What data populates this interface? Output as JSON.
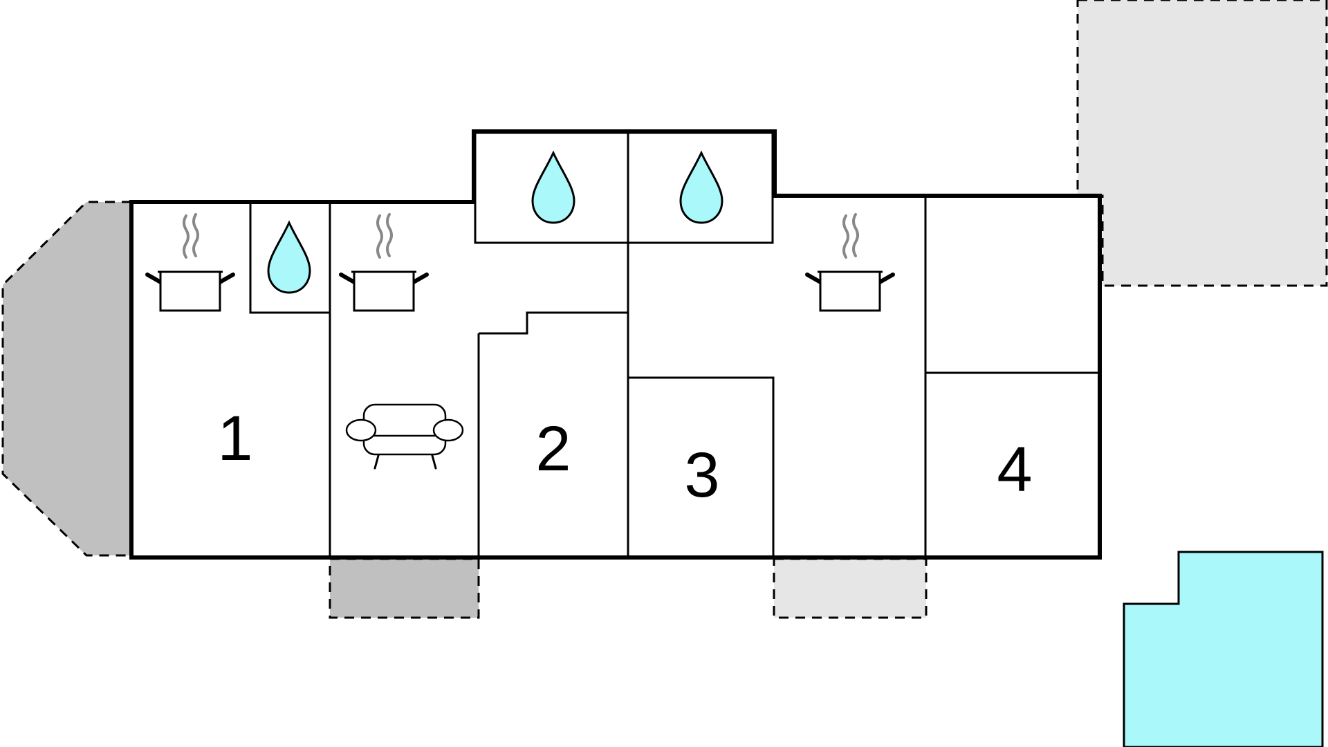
{
  "floor_plan": {
    "room_labels": [
      "1",
      "2",
      "3",
      "4"
    ],
    "icons": {
      "kitchen": "cooking-pot-icon",
      "bathroom": "water-drop-icon",
      "living_room": "sofa-icon"
    },
    "colors": {
      "background": "#ffffff",
      "walls": "#000000",
      "covered_terrace_dark": "#c0c0c0",
      "terrace_light": "#e6e6e6",
      "pool": "#aaf8fa",
      "water_drop": "#aaf8fa",
      "steam": "#888888"
    }
  }
}
